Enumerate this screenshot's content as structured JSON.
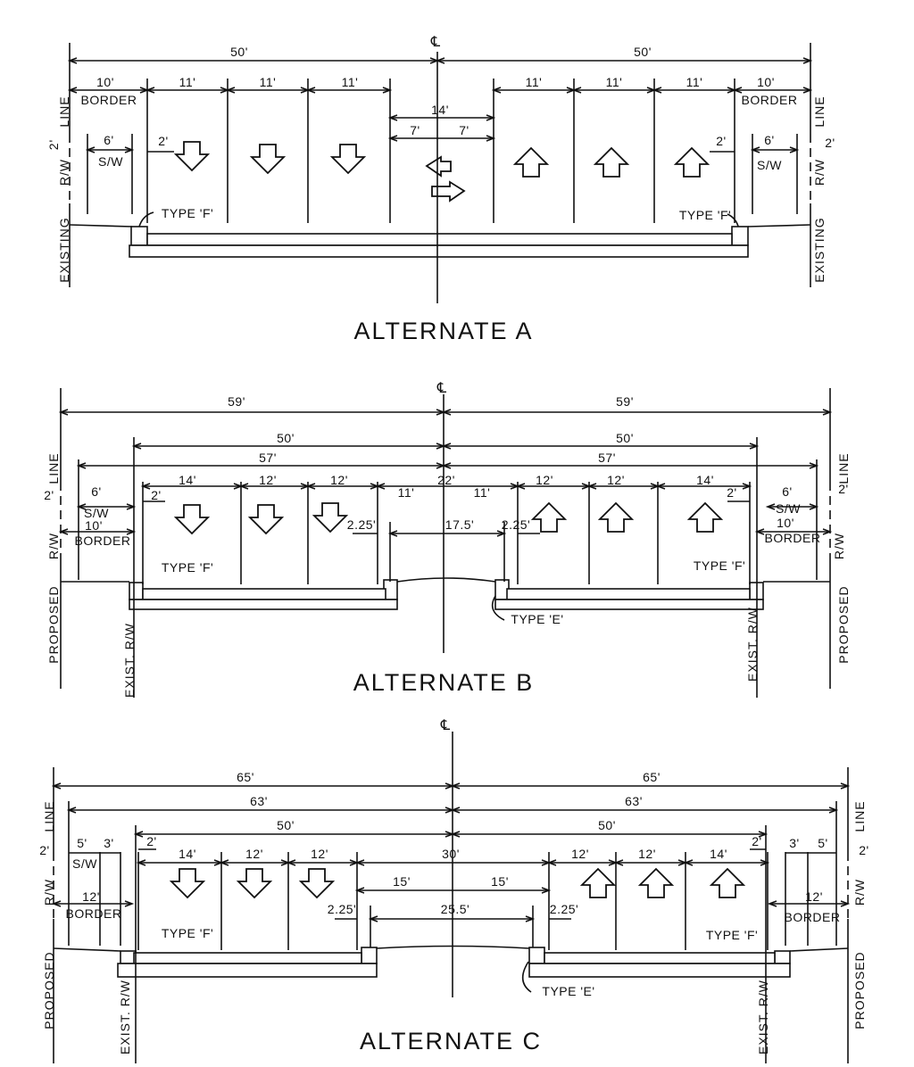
{
  "centerline_symbol": "℄",
  "alternate_a": {
    "title": "ALTERNATE A",
    "labels": [
      "50'",
      "50'",
      "10'",
      "11'",
      "11'",
      "11'",
      "11'",
      "11'",
      "11'",
      "10'",
      "BORDER",
      "BORDER",
      "14'",
      "7'",
      "7'",
      "6'",
      "S/W",
      "2'",
      "2'",
      "6'",
      "S/W",
      "TYPE 'F'",
      "TYPE 'F'",
      "EXISTING",
      "R/W",
      "LINE",
      "2'",
      "LINE",
      "R/W",
      "EXISTING",
      "2'"
    ]
  },
  "alternate_b": {
    "title": "ALTERNATE B",
    "labels": [
      "59'",
      "59'",
      "50'",
      "50'",
      "57'",
      "57'",
      "14'",
      "12'",
      "12'",
      "22'",
      "11'",
      "11'",
      "12'",
      "12'",
      "14'",
      "2'",
      "2'",
      "6'",
      "S/W",
      "10'",
      "BORDER",
      "6'",
      "S/W",
      "10'",
      "BORDER",
      "2.25'",
      "17.5'",
      "2.25'",
      "TYPE 'F'",
      "TYPE 'F'",
      "TYPE 'E'",
      "LINE",
      "2'",
      "R/W",
      "PROPOSED",
      "EXIST. R/W",
      "LINE",
      "2'",
      "R/W",
      "PROPOSED",
      "EXIST. R/W"
    ]
  },
  "alternate_c": {
    "title": "ALTERNATE C",
    "labels": [
      "65'",
      "65'",
      "63'",
      "63'",
      "50'",
      "50'",
      "2'",
      "14'",
      "12'",
      "12'",
      "30'",
      "12'",
      "12'",
      "14'",
      "2'",
      "5'",
      "3'",
      "S/W",
      "12'",
      "BORDER",
      "3'",
      "5'",
      "12'",
      "BORDER",
      "15'",
      "15'",
      "2.25'",
      "25.5'",
      "2.25'",
      "TYPE 'F'",
      "TYPE 'F'",
      "TYPE 'E'",
      "LINE",
      "2'",
      "R/W",
      "PROPOSED",
      "EXIST. R/W",
      "LINE",
      "2'",
      "R/W",
      "PROPOSED",
      "EXIST. R/W"
    ]
  }
}
